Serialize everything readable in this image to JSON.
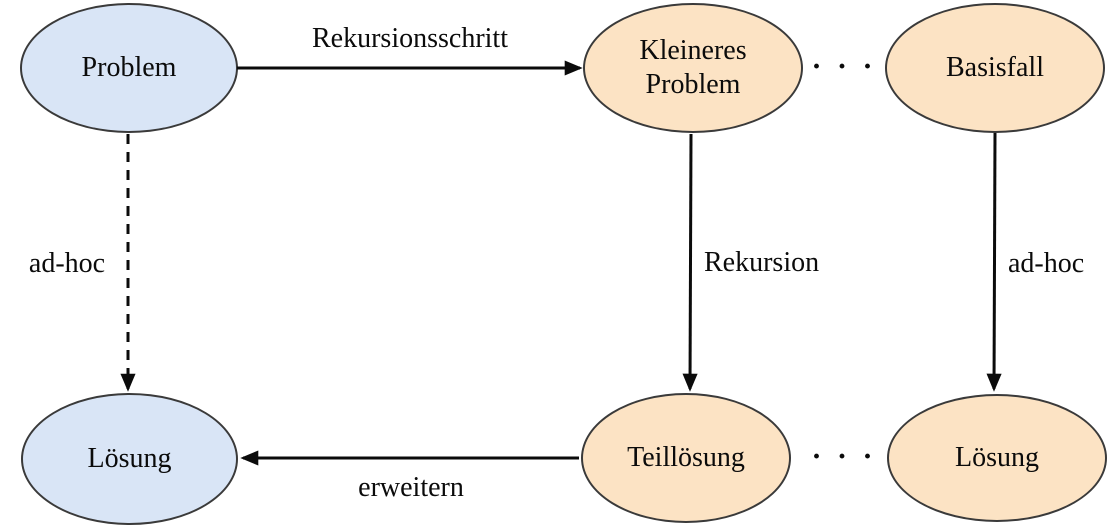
{
  "diagram": {
    "description": "Recursion scheme flow diagram (German)",
    "background": "#ffffff",
    "colors": {
      "blue_node_fill": "#d9e5f6",
      "orange_node_fill": "#fce3c4",
      "node_stroke": "#3a3a3a",
      "arrow_color": "#0b0b0b",
      "text_color": "#0b0b0b"
    },
    "nodes": [
      {
        "id": "problem",
        "label": "Problem",
        "color": "blue"
      },
      {
        "id": "kleineres-problem",
        "label": "Kleineres Problem",
        "color": "orange"
      },
      {
        "id": "basisfall",
        "label": "Basisfall",
        "color": "orange"
      },
      {
        "id": "loesung-links",
        "label": "Lösung",
        "color": "blue"
      },
      {
        "id": "teilloesung",
        "label": "Teillösung",
        "color": "orange"
      },
      {
        "id": "loesung-rechts",
        "label": "Lösung",
        "color": "orange"
      }
    ],
    "edges": [
      {
        "label": "Rekursionsschritt",
        "from": "problem",
        "to": "kleineres-problem",
        "style": "solid",
        "direction": "right"
      },
      {
        "label": "ad-hoc",
        "from": "problem",
        "to": "loesung-links",
        "style": "dashed",
        "direction": "down"
      },
      {
        "label": "Rekursion",
        "from": "kleineres-problem",
        "to": "teilloesung",
        "style": "solid",
        "direction": "down"
      },
      {
        "label": "ad-hoc",
        "from": "basisfall",
        "to": "loesung-rechts",
        "style": "solid",
        "direction": "down"
      },
      {
        "label": "erweitern",
        "from": "teilloesung",
        "to": "loesung-links",
        "style": "solid",
        "direction": "left"
      }
    ],
    "ellipsis_top": "· · ·",
    "ellipsis_bottom": "· · ·"
  }
}
